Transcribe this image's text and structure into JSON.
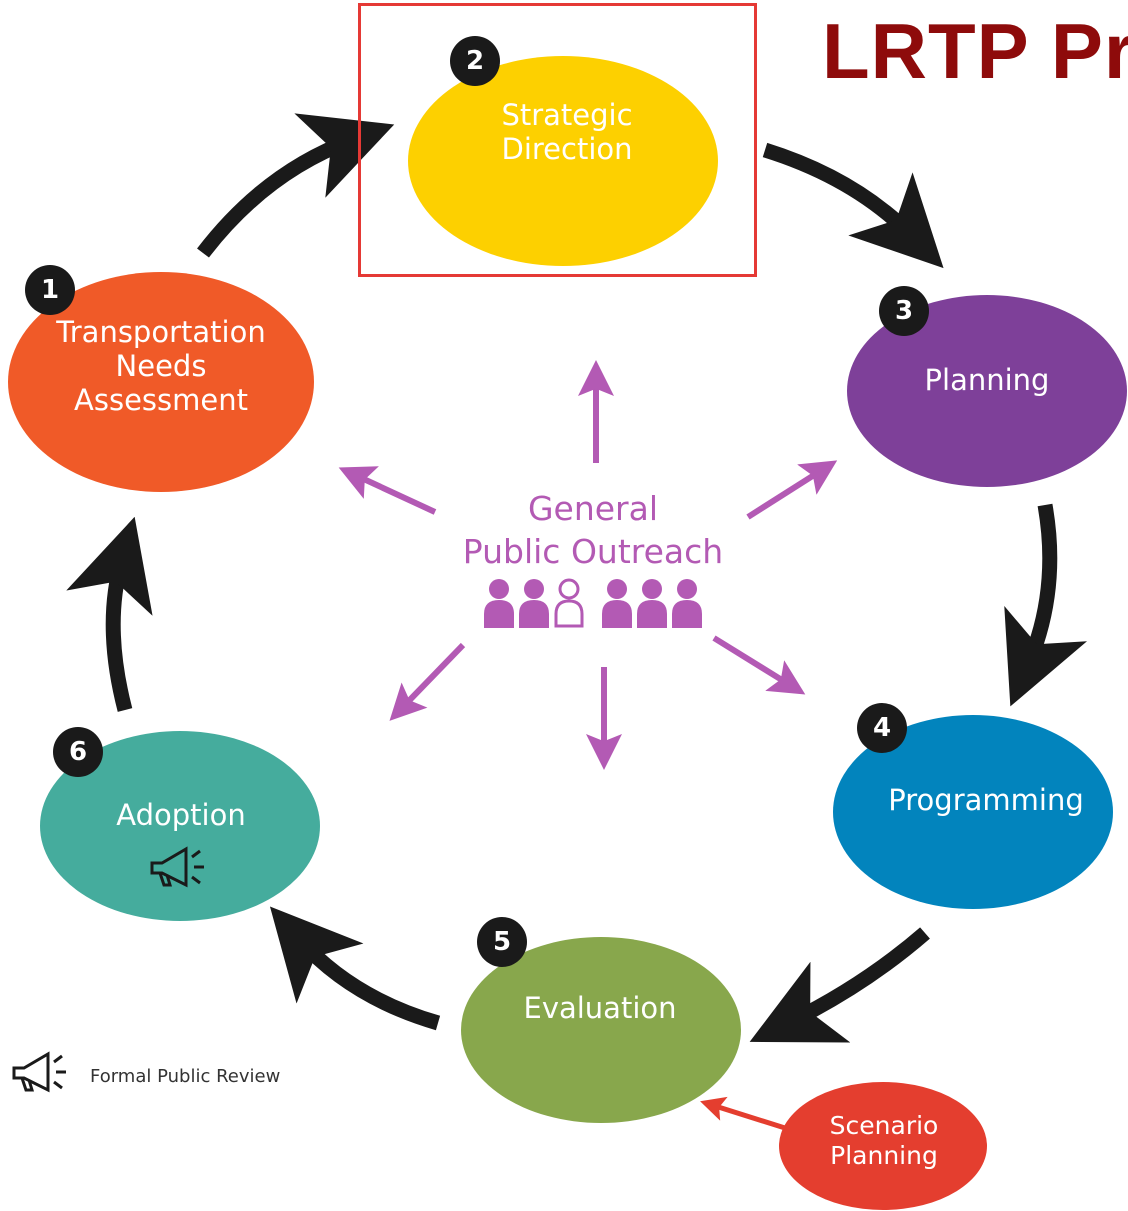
{
  "title": "LRTP Pr",
  "center": {
    "line1": "General",
    "line2": "Public Outreach"
  },
  "nodes": [
    {
      "number": "1",
      "label": "Transportation\nNeeds\nAssessment",
      "color": "#f05a28"
    },
    {
      "number": "2",
      "label": "Strategic\nDirection",
      "color": "#fdd000"
    },
    {
      "number": "3",
      "label": "Planning",
      "color": "#7e4099"
    },
    {
      "number": "4",
      "label": "Programming",
      "color": "#0284bd"
    },
    {
      "number": "5",
      "label": "Evaluation",
      "color": "#88a74c"
    },
    {
      "number": "6",
      "label": "Adoption",
      "color": "#45ac9d"
    }
  ],
  "scenario": {
    "label": "Scenario\nPlanning",
    "color": "#e43e2f"
  },
  "legend": {
    "icon": "megaphone-icon",
    "label": "Formal Public Review"
  },
  "colors": {
    "arrow": "#1a1a1a",
    "outreach": "#b35ab4",
    "highlight": "#e53935",
    "title": "#8e0b0b"
  }
}
